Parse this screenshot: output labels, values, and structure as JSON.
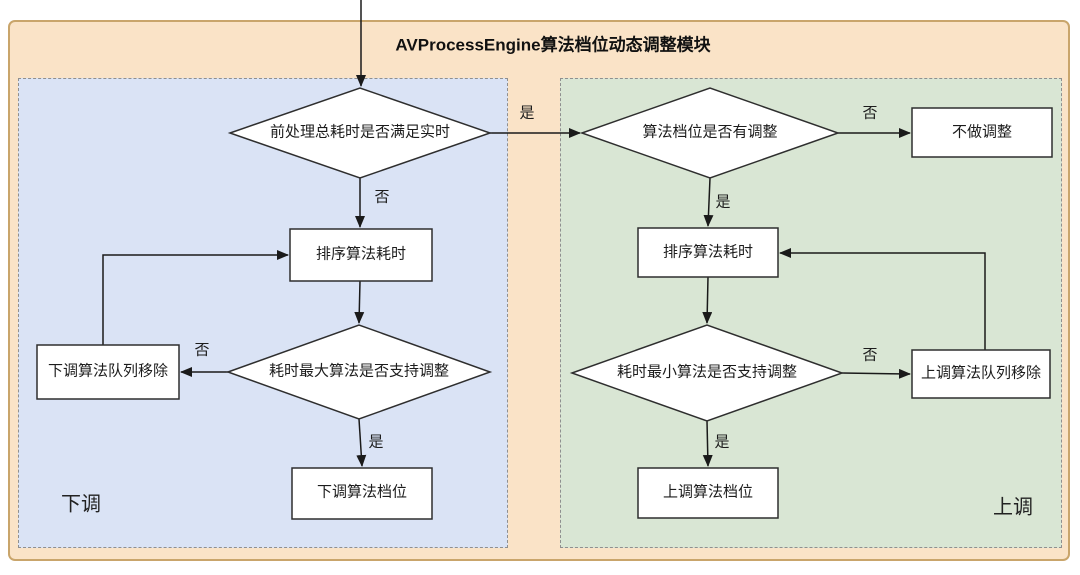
{
  "title": "AVProcessEngine算法档位动态调整模块",
  "colors": {
    "outer_background": "#fae3c7",
    "outer_border": "#c9a56b",
    "down_panel_background": "#dae3f5",
    "up_panel_background": "#d9e6d4",
    "panel_dashed_border": "#8f8f8f",
    "node_fill": "#ffffff",
    "node_border": "#2e2e2e",
    "edge_line": "#1a1a1a"
  },
  "panels": {
    "down": {
      "region_label": "下调",
      "decision_realtime": "前处理总耗时是否满足实时",
      "sort_cost": "排序算法耗时",
      "decision_max": "耗时最大算法是否支持调整",
      "queue_remove": "下调算法队列移除",
      "gear_adjust": "下调算法档位"
    },
    "up": {
      "region_label": "上调",
      "decision_adjusted": "算法档位是否有调整",
      "no_adjust": "不做调整",
      "sort_cost": "排序算法耗时",
      "decision_min": "耗时最小算法是否支持调整",
      "queue_remove": "上调算法队列移除",
      "gear_adjust": "上调算法档位"
    }
  },
  "edge_labels": {
    "realtime_yes": "是",
    "realtime_no": "否",
    "max_support_no": "否",
    "max_support_yes": "是",
    "adjusted_no": "否",
    "adjusted_yes": "是",
    "min_support_no": "否",
    "min_support_yes": "是"
  }
}
